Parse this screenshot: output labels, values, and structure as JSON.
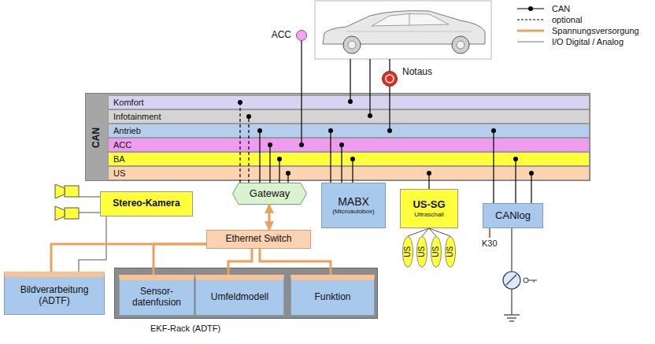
{
  "diagram": {
    "nodes": [
      {
        "text": [
          "CAN"
        ]
      },
      {
        "text": [
          "Komfort"
        ],
        "in": 0
      },
      {
        "text": [
          "Infotainment"
        ],
        "in": 0
      },
      {
        "text": [
          "Antrieb"
        ],
        "in": 0
      },
      {
        "text": [
          "ACC"
        ],
        "in": 0
      },
      {
        "text": [
          "BA"
        ],
        "in": 0
      },
      {
        "text": [
          "US"
        ],
        "in": 0
      },
      {
        "text": [
          "ACC"
        ]
      },
      {
        "text": [
          "Notaus"
        ]
      },
      {
        "text": [
          "Stereo-Kamera"
        ]
      },
      {
        "text": [
          "Gateway"
        ]
      },
      {
        "text": [
          "MABX",
          "(Microautobox)"
        ]
      },
      {
        "text": [
          "US-SG",
          "Ultraschall"
        ]
      },
      {
        "text": [
          "CANlog"
        ]
      },
      {
        "text": [
          "Ethernet Switch"
        ]
      },
      {
        "text": [
          "Bildverarbeitung (ADTF)"
        ]
      },
      {
        "text": [
          "EKF-Rack (ADTF)"
        ]
      },
      {
        "text": [
          "Sensor- datenfusion"
        ],
        "in": 16
      },
      {
        "text": [
          "Umfeldmodell"
        ],
        "in": 16
      },
      {
        "text": [
          "Funktion"
        ],
        "in": 16
      },
      {
        "text": [
          "US"
        ]
      },
      {
        "text": [
          "US"
        ]
      },
      {
        "text": [
          "US"
        ]
      },
      {
        "text": [
          "US"
        ]
      }
    ],
    "edges": [
      {
        "from": 7,
        "to": 4,
        "arrow": "none"
      },
      {
        "from": 8,
        "to": 3,
        "arrow": "none"
      },
      {
        "from": 10,
        "to": 1,
        "arrow": "none"
      },
      {
        "from": 10,
        "to": 2,
        "arrow": "none"
      },
      {
        "from": 10,
        "to": 3,
        "arrow": "none"
      },
      {
        "from": 10,
        "to": 4,
        "arrow": "none"
      },
      {
        "from": 10,
        "to": 5,
        "arrow": "none"
      },
      {
        "from": 10,
        "to": 6,
        "arrow": "none"
      },
      {
        "from": 11,
        "to": 3,
        "arrow": "none"
      },
      {
        "from": 11,
        "to": 4,
        "arrow": "none"
      },
      {
        "from": 11,
        "to": 5,
        "arrow": "none"
      },
      {
        "from": 12,
        "to": 6,
        "arrow": "none"
      },
      {
        "from": 13,
        "to": 3,
        "arrow": "none"
      },
      {
        "from": 13,
        "to": 5,
        "arrow": "none"
      },
      {
        "from": 13,
        "to": 6,
        "arrow": "none"
      },
      {
        "from": 9,
        "to": 15,
        "arrow": "none"
      },
      {
        "from": 10,
        "to": 14,
        "arrow": "both"
      },
      {
        "from": 14,
        "to": 15,
        "arrow": "none"
      },
      {
        "from": 14,
        "to": 17,
        "arrow": "none"
      },
      {
        "from": 14,
        "to": 18,
        "arrow": "none"
      },
      {
        "from": 14,
        "to": 19,
        "arrow": "none"
      },
      {
        "from": 12,
        "to": 20,
        "arrow": "none"
      },
      {
        "from": 12,
        "to": 21,
        "arrow": "none"
      },
      {
        "from": 12,
        "to": 22,
        "arrow": "none"
      },
      {
        "from": 12,
        "to": 23,
        "arrow": "none"
      }
    ],
    "labels": [
      "K30"
    ],
    "legend": [
      {
        "text": "CAN"
      },
      {
        "text": "optional"
      },
      {
        "text": "Spannungsversorgung"
      },
      {
        "text": "I/O Digital / Analog"
      }
    ]
  }
}
